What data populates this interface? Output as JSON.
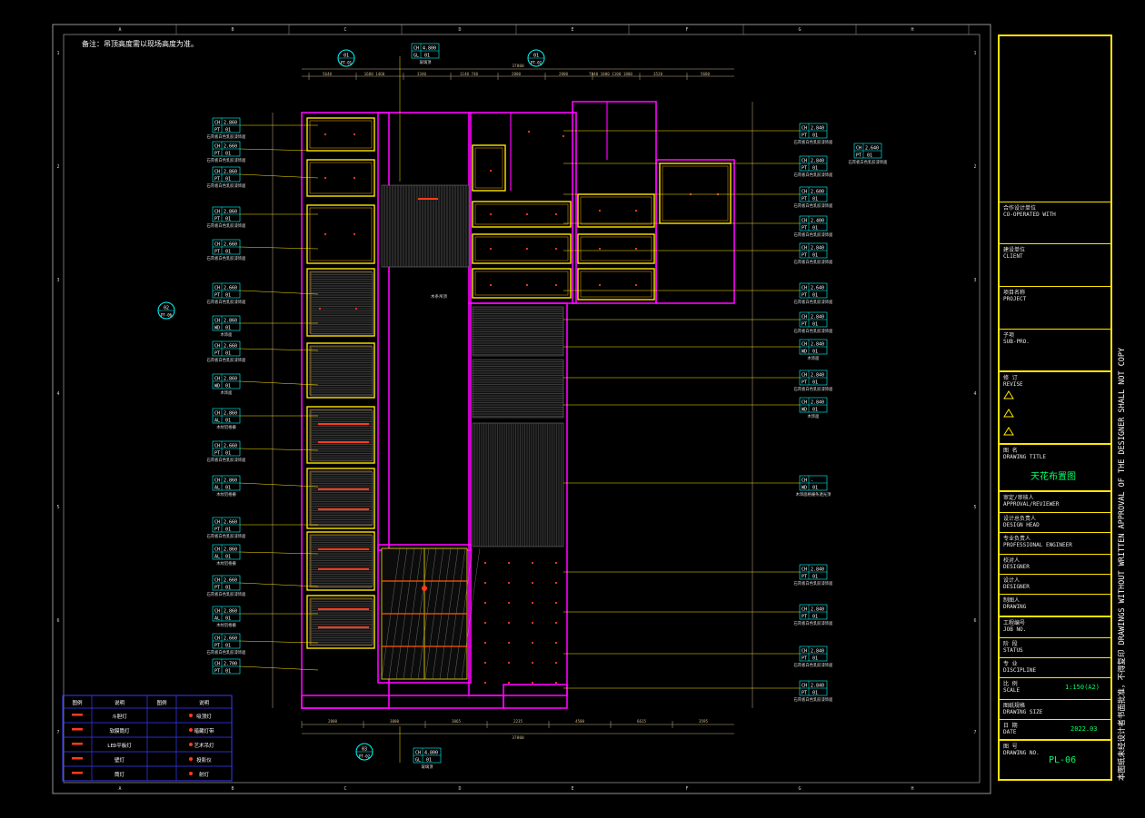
{
  "note": "备注：吊顶高度需以现场高度为准。",
  "grid": {
    "cols": [
      "A",
      "B",
      "C",
      "D",
      "E",
      "F",
      "G",
      "H"
    ],
    "rows": [
      "1",
      "2",
      "3",
      "4",
      "5",
      "6",
      "7"
    ]
  },
  "tags_left": [
    {
      "ch": "2.860",
      "m": "PT",
      "c": "01",
      "d": "石膏板白色乳胶漆饰面"
    },
    {
      "ch": "2.660",
      "m": "PT",
      "c": "01",
      "d": "石膏板白色乳胶漆饰面"
    },
    {
      "ch": "2.860",
      "m": "PT",
      "c": "01",
      "d": "石膏板白色乳胶漆饰面"
    },
    {
      "ch": "2.860",
      "m": "PT",
      "c": "01",
      "d": "石膏板白色乳胶漆饰面"
    },
    {
      "ch": "2.660",
      "m": "PT",
      "c": "01",
      "d": "石膏板白色乳胶漆饰面"
    },
    {
      "ch": "2.660",
      "m": "PT",
      "c": "01",
      "d": "石膏板白色乳胶漆饰面"
    },
    {
      "ch": "2.860",
      "m": "WD",
      "c": "01",
      "d": "木饰面"
    },
    {
      "ch": "2.660",
      "m": "PT",
      "c": "01",
      "d": "石膏板白色乳胶漆饰面"
    },
    {
      "ch": "2.860",
      "m": "WD",
      "c": "01",
      "d": "木饰面"
    },
    {
      "ch": "2.860",
      "m": "AL",
      "c": "01",
      "d": "木纹铝格栅"
    },
    {
      "ch": "2.660",
      "m": "PT",
      "c": "01",
      "d": "石膏板白色乳胶漆饰面"
    },
    {
      "ch": "2.860",
      "m": "AL",
      "c": "01",
      "d": "木纹铝格栅"
    },
    {
      "ch": "2.660",
      "m": "PT",
      "c": "01",
      "d": "石膏板白色乳胶漆饰面"
    },
    {
      "ch": "2.860",
      "m": "AL",
      "c": "01",
      "d": "木纹铝格栅"
    },
    {
      "ch": "2.660",
      "m": "PT",
      "c": "01",
      "d": "石膏板白色乳胶漆饰面"
    },
    {
      "ch": "2.860",
      "m": "AL",
      "c": "01",
      "d": "木纹铝格栅"
    },
    {
      "ch": "2.660",
      "m": "PT",
      "c": "01",
      "d": "石膏板白色乳胶漆饰面"
    },
    {
      "ch": "2.700",
      "m": "PT",
      "c": "01",
      "d": ""
    }
  ],
  "tags_right": [
    {
      "ch": "2.840",
      "m": "PT",
      "c": "01",
      "d": "石膏板白色乳胶漆饰面"
    },
    {
      "ch": "2.840",
      "m": "PT",
      "c": "01",
      "d": "石膏板白色乳胶漆饰面"
    },
    {
      "ch": "2.600",
      "m": "PT",
      "c": "01",
      "d": "石膏板白色乳胶漆饰面"
    },
    {
      "ch": "2.400",
      "m": "PT",
      "c": "01",
      "d": "石膏板白色乳胶漆饰面"
    },
    {
      "ch": "2.840",
      "m": "PT",
      "c": "01",
      "d": "石膏板白色乳胶漆饰面"
    },
    {
      "ch": "2.640",
      "m": "PT",
      "c": "01",
      "d": "石膏板白色乳胶漆饰面"
    },
    {
      "ch": "2.840",
      "m": "PT",
      "c": "01",
      "d": "石膏板白色乳胶漆饰面"
    },
    {
      "ch": "2.840",
      "m": "WD",
      "c": "01",
      "d": "木饰面"
    },
    {
      "ch": "2.840",
      "m": "PT",
      "c": "01",
      "d": "石膏板白色乳胶漆饰面"
    },
    {
      "ch": "2.840",
      "m": "WD",
      "c": "01",
      "d": "木饰面"
    },
    {
      "ch": "-",
      "m": "WD",
      "c": "01",
      "d": "木饰面格栅条透光顶"
    },
    {
      "ch": "2.840",
      "m": "PT",
      "c": "01",
      "d": "石膏板白色乳胶漆饰面"
    },
    {
      "ch": "2.840",
      "m": "PT",
      "c": "01",
      "d": "石膏板白色乳胶漆饰面"
    },
    {
      "ch": "2.840",
      "m": "PT",
      "c": "01",
      "d": "石膏板白色乳胶漆饰面"
    },
    {
      "ch": "2.840",
      "m": "PT",
      "c": "01",
      "d": "石膏板白色乳胶漆饰面"
    }
  ],
  "tag_far_right": {
    "ch": "2.640",
    "m": "PT",
    "c": "01",
    "d": "石膏板白色乳胶漆饰面"
  },
  "tag_top": {
    "ch": "4.800",
    "m": "GL",
    "c": "01",
    "d": "玻璃顶"
  },
  "tag_bottom": {
    "ch": "4.800",
    "m": "GL",
    "c": "01",
    "d": "玻璃顶"
  },
  "wood_label": "木条吊顶",
  "section_markers": [
    {
      "num": "01",
      "sheet": "PT-01"
    },
    {
      "num": "01",
      "sheet": "PT-02"
    },
    {
      "num": "02",
      "sheet": "PT-06"
    },
    {
      "num": "03",
      "sheet": "PT-02"
    }
  ],
  "dims_top": [
    "5640",
    "1680 1460",
    "3340",
    "1140 740",
    "2800",
    "2800",
    "7040 1000 1100 1800",
    "3520",
    "5680"
  ],
  "dim_top_total": "37800",
  "dims_bottom": [
    "2800",
    "3800",
    "3065",
    "2235",
    "4500",
    "6615",
    "3595"
  ],
  "dim_bottom_total": "37800",
  "legend": {
    "headers": [
      "图例",
      "说明",
      "图例",
      "说明"
    ],
    "rows": [
      [
        "斗胆灯",
        "吸顶灯"
      ],
      [
        "软膜筒灯",
        "暗藏灯带"
      ],
      [
        "LED平板灯",
        "艺术吊灯"
      ],
      [
        "壁灯",
        "投影仪"
      ],
      [
        "筒灯",
        "射灯"
      ]
    ]
  },
  "title_block": {
    "co_operated": "合作设计单位\nCO-OPERATED WITH",
    "client": "建设单位\nCLIENT",
    "project": "项目名称\nPROJECT",
    "sub_project": "子项\nSUB-PRO.",
    "revise": "修 订\nREVISE",
    "drawing_title_label": "图 名\nDRAWING TITLE",
    "drawing_title": "天花布置图",
    "approval": "审定/审核人\nAPPROVAL/REVIEWER",
    "design_head": "设计总负责人\nDESIGN HEAD",
    "professional": "专业负责人\nPROFESSIONAL ENGINEER",
    "designer": "校对人\nDESIGNER",
    "designer2": "设计人\nDESIGNER",
    "drawing": "制图人\nDRAWING",
    "job_no": "工程编号\nJOB NO.",
    "status": "阶 段\nSTATUS",
    "discipline": "专 业\nDISCIPLINE",
    "scale_label": "比 例\nSCALE",
    "scale": "1:150(A2)",
    "size_label": "图纸规格\nDRAWING SIZE",
    "date_label": "日 期\nDATE",
    "date": "2022.03",
    "no_label": "图 号\nDRAWING NO.",
    "drawing_no": "PL-06"
  },
  "side_text": "本图纸未经设计者书面批准，不得复印  DRAWINGS WITHOUT WRITTEN APPROVAL OF THE DESIGNER SHALL NOT COPY",
  "colors": {
    "wall": "#ff00ff",
    "frame": "#ffe600",
    "tag_border": "#00ffff",
    "light": "#ff3b1a",
    "dim": "#c8b48c",
    "text": "#ffffff",
    "green": "#00ff66"
  }
}
